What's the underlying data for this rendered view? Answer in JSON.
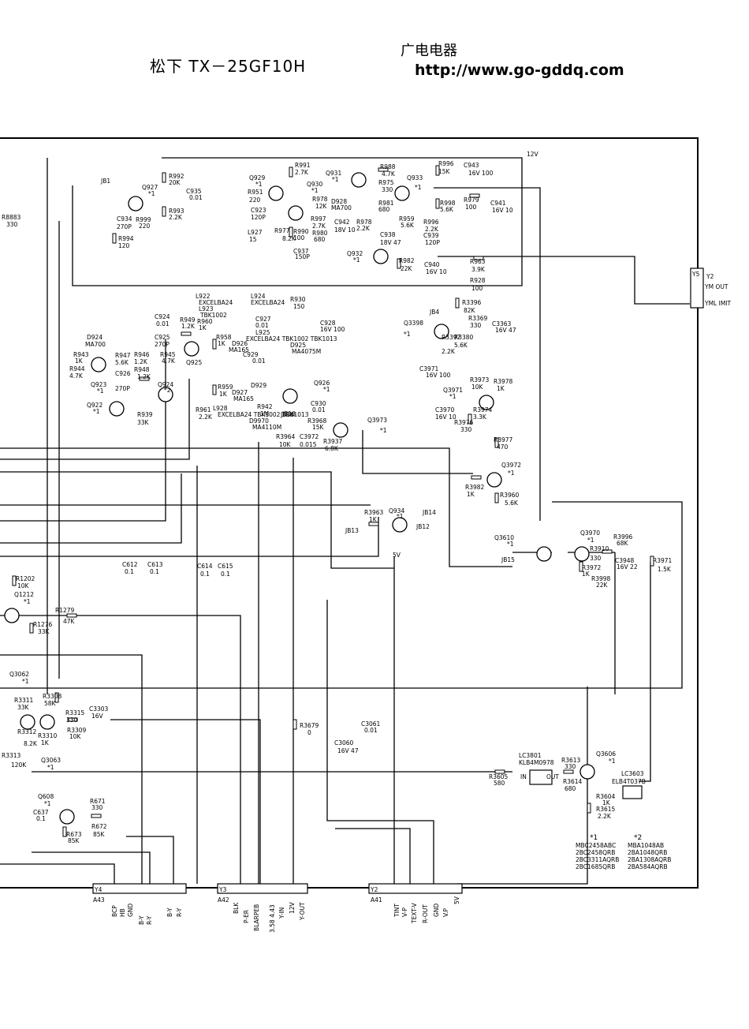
{
  "header": {
    "title": "松下 TX－25GF10H",
    "site_cn": "广电电器",
    "site_url": "http://www.go-gddq.com"
  },
  "rails": {
    "v12": "12V",
    "v5": "5V"
  },
  "transistors": [
    {
      "ref": "Q927",
      "mark": "*1"
    },
    {
      "ref": "Q929",
      "mark": "*1"
    },
    {
      "ref": "Q930",
      "mark": "*1"
    },
    {
      "ref": "Q931",
      "mark": "*1"
    },
    {
      "ref": "Q932",
      "mark": "*1"
    },
    {
      "ref": "Q933",
      "mark": "*1"
    },
    {
      "ref": "Q925",
      "mark": ""
    },
    {
      "ref": "Q923",
      "mark": "*1"
    },
    {
      "ref": "Q922",
      "mark": "*1"
    },
    {
      "ref": "Q924",
      "mark": "*2"
    },
    {
      "ref": "Q926",
      "mark": "*1"
    },
    {
      "ref": "Q3398",
      "mark": "*1"
    },
    {
      "ref": "Q3971",
      "mark": "*1"
    },
    {
      "ref": "Q3973",
      "mark": "*1"
    },
    {
      "ref": "Q3972",
      "mark": "*1"
    },
    {
      "ref": "Q934",
      "mark": "*1"
    },
    {
      "ref": "Q3610",
      "mark": "*1"
    },
    {
      "ref": "Q3970",
      "mark": "*1"
    },
    {
      "ref": "Q1212",
      "mark": "*1"
    },
    {
      "ref": "Q3062",
      "mark": "*1"
    },
    {
      "ref": "Q3063",
      "mark": "*1"
    },
    {
      "ref": "Q608",
      "mark": "*1"
    },
    {
      "ref": "Q3606",
      "mark": "*1"
    }
  ],
  "components": [
    {
      "ref": "R992",
      "val": "20K"
    },
    {
      "ref": "R993",
      "val": "2.2K"
    },
    {
      "ref": "C935",
      "val": "0.01"
    },
    {
      "ref": "C934",
      "val": "270P"
    },
    {
      "ref": "R999",
      "val": "220"
    },
    {
      "ref": "R994",
      "val": "120"
    },
    {
      "ref": "R951",
      "val": "220"
    },
    {
      "ref": "C923",
      "val": "120P"
    },
    {
      "ref": "L927",
      "val": "15"
    },
    {
      "ref": "R991",
      "val": "2.7K"
    },
    {
      "ref": "R977",
      "val": "8.2K"
    },
    {
      "ref": "R990",
      "val": "100"
    },
    {
      "ref": "C937",
      "val": "150P"
    },
    {
      "ref": "R978",
      "val": "12K"
    },
    {
      "ref": "R997",
      "val": "2.7K"
    },
    {
      "ref": "R980",
      "val": "680"
    },
    {
      "ref": "D928",
      "val": "MA700"
    },
    {
      "ref": "C942",
      "val": "18V 10"
    },
    {
      "ref": "R988",
      "val": "4.7K"
    },
    {
      "ref": "R975",
      "val": "330"
    },
    {
      "ref": "R981",
      "val": "680"
    },
    {
      "ref": "R978",
      "val": "2.2K"
    },
    {
      "ref": "C938",
      "val": "18V 47"
    },
    {
      "ref": "R996",
      "val": "15K"
    },
    {
      "ref": "C943",
      "val": "16V 100"
    },
    {
      "ref": "R998",
      "val": "5.6K"
    },
    {
      "ref": "R979",
      "val": "100"
    },
    {
      "ref": "C941",
      "val": "16V 10"
    },
    {
      "ref": "R959",
      "val": "5.6K"
    },
    {
      "ref": "R996",
      "val": "2.2K"
    },
    {
      "ref": "C939",
      "val": "120P"
    },
    {
      "ref": "R982",
      "val": "22K"
    },
    {
      "ref": "C940",
      "val": "16V 10"
    },
    {
      "ref": "R963",
      "val": "3.9K"
    },
    {
      "ref": "R928",
      "val": "100"
    },
    {
      "ref": "R8883",
      "val": "330"
    },
    {
      "ref": "L922",
      "val": "EXCELBA24"
    },
    {
      "ref": "L923",
      "val": "TBK1002"
    },
    {
      "ref": "L924",
      "val": "EXCELBA24"
    },
    {
      "ref": "L925",
      "val": "EXCELBA24 TBK1002 TBK1013"
    },
    {
      "ref": "R930",
      "val": "150"
    },
    {
      "ref": "C928",
      "val": "16V 100"
    },
    {
      "ref": "C924",
      "val": "0.01"
    },
    {
      "ref": "R949",
      "val": "1.2K"
    },
    {
      "ref": "R960",
      "val": "1K"
    },
    {
      "ref": "C927",
      "val": "0.01"
    },
    {
      "ref": "D925",
      "val": "MA4075M"
    },
    {
      "ref": "D924",
      "val": "MA700"
    },
    {
      "ref": "C925",
      "val": "270P"
    },
    {
      "ref": "R958",
      "val": "1K"
    },
    {
      "ref": "D926",
      "val": "MA165"
    },
    {
      "ref": "R943",
      "val": "1K"
    },
    {
      "ref": "R947",
      "val": "5.6K"
    },
    {
      "ref": "R946",
      "val": "1.2K"
    },
    {
      "ref": "R945",
      "val": "4.7K"
    },
    {
      "ref": "R944",
      "val": "4.7K"
    },
    {
      "ref": "C926",
      "val": "270P"
    },
    {
      "ref": "R948",
      "val": "1.2K"
    },
    {
      "ref": "C929",
      "val": "0.01"
    },
    {
      "ref": "D929",
      "val": ""
    },
    {
      "ref": "R939",
      "val": "33K"
    },
    {
      "ref": "R959",
      "val": "1K"
    },
    {
      "ref": "L928",
      "val": "EXCELBA24 TBK1002 TBK1013"
    },
    {
      "ref": "R961",
      "val": "2.2K"
    },
    {
      "ref": "D927",
      "val": "MA165"
    },
    {
      "ref": "R942",
      "val": "1M"
    },
    {
      "ref": "D9970",
      "val": "MA4110M"
    },
    {
      "ref": "JB16",
      "val": ""
    },
    {
      "ref": "C930",
      "val": "0.01"
    },
    {
      "ref": "R3968",
      "val": "15K"
    },
    {
      "ref": "R3964",
      "val": "10K"
    },
    {
      "ref": "C3972",
      "val": "0.015"
    },
    {
      "ref": "R3937",
      "val": "6.8K"
    },
    {
      "ref": "R3396",
      "val": "82K"
    },
    {
      "ref": "R3369",
      "val": "330"
    },
    {
      "ref": "C3363",
      "val": "16V 47"
    },
    {
      "ref": "R3380",
      "val": "5.6K"
    },
    {
      "ref": "R3397",
      "val": "2.2K"
    },
    {
      "ref": "R3973",
      "val": "10K"
    },
    {
      "ref": "R3978",
      "val": "1K"
    },
    {
      "ref": "C3971",
      "val": "16V 100"
    },
    {
      "ref": "C3970",
      "val": "16V 10"
    },
    {
      "ref": "R3974",
      "val": "3.3K"
    },
    {
      "ref": "R3976",
      "val": "330"
    },
    {
      "ref": "R3977",
      "val": "470"
    },
    {
      "ref": "R3982",
      "val": "1K"
    },
    {
      "ref": "R3960",
      "val": "5.6K"
    },
    {
      "ref": "R3963",
      "val": "1K"
    },
    {
      "ref": "R3996",
      "val": "68K"
    },
    {
      "ref": "R3910",
      "val": "330"
    },
    {
      "ref": "C3948",
      "val": "16V 22"
    },
    {
      "ref": "R3971",
      "val": "1.5K"
    },
    {
      "ref": "R3972",
      "val": "1K"
    },
    {
      "ref": "R3998",
      "val": "22K"
    },
    {
      "ref": "C612",
      "val": "0.1"
    },
    {
      "ref": "C613",
      "val": "0.1"
    },
    {
      "ref": "C614",
      "val": "0.1"
    },
    {
      "ref": "C615",
      "val": "0.1"
    },
    {
      "ref": "R1202",
      "val": "10K"
    },
    {
      "ref": "R1279",
      "val": "47K"
    },
    {
      "ref": "R1276",
      "val": "33K"
    },
    {
      "ref": "R3311",
      "val": "33K"
    },
    {
      "ref": "R3308",
      "val": "58K"
    },
    {
      "ref": "R3315",
      "val": "330"
    },
    {
      "ref": "C3303",
      "val": "16V"
    },
    {
      "ref": "R3309",
      "val": "10K"
    },
    {
      "ref": "R3310",
      "val": "1K"
    },
    {
      "ref": "R3312",
      "val": "8.2K"
    },
    {
      "ref": "R3313",
      "val": "120K"
    },
    {
      "ref": "R3679",
      "val": "0"
    },
    {
      "ref": "C3061",
      "val": "0.01"
    },
    {
      "ref": "C3060",
      "val": "16V 47"
    },
    {
      "ref": "R671",
      "val": "330"
    },
    {
      "ref": "C637",
      "val": "0.1"
    },
    {
      "ref": "R673",
      "val": "85K"
    },
    {
      "ref": "R672",
      "val": "85K"
    },
    {
      "ref": "R3605",
      "val": "580"
    },
    {
      "ref": "R3613",
      "val": "330"
    },
    {
      "ref": "R3614",
      "val": "680"
    },
    {
      "ref": "R3604",
      "val": "1K"
    },
    {
      "ref": "R3615",
      "val": "2.2K"
    }
  ],
  "modules": {
    "lc3801": {
      "ref": "LC3801",
      "part": "KLB4M0978",
      "in": "IN",
      "out": "OUT"
    },
    "lc3603": {
      "ref": "LC3603",
      "part": "ELB4T037B"
    }
  },
  "jumpers": [
    "JB1",
    "JB4",
    "JB12",
    "JB13",
    "JB14",
    "JB15",
    "JB16"
  ],
  "connector_y5": {
    "ref": "Y5",
    "pin_label": "Y2",
    "pins": [
      "YM OUT",
      "YML IMIT"
    ]
  },
  "connectors": [
    {
      "ref": "Y4",
      "name": "A43",
      "pins": [
        "BCP",
        "HB",
        "GND",
        "B-Y",
        "R-Y",
        "B-Y",
        "R-Y"
      ]
    },
    {
      "ref": "Y3",
      "name": "A42",
      "pins": [
        "BLK",
        "P-ER",
        "BLARPEB",
        "3.58 4.43",
        "Y-IN",
        "12V",
        "Y-OUT"
      ]
    },
    {
      "ref": "Y2",
      "name": "A41",
      "pins": [
        "TINT",
        "V-P",
        "TEXT-V",
        "R-OUT",
        "GND",
        "V.P",
        "5V"
      ]
    }
  ],
  "legend": {
    "col1_head": "*1",
    "col1": [
      "MBC2458ABC",
      "2BC2458QRB",
      "2BC3311AQRB",
      "2BC1685QRB"
    ],
    "col2_head": "*2",
    "col2": [
      "MBA1048AB",
      "2BA1048QRB",
      "2BA1308AQRB",
      "2BA584AQRB"
    ]
  }
}
